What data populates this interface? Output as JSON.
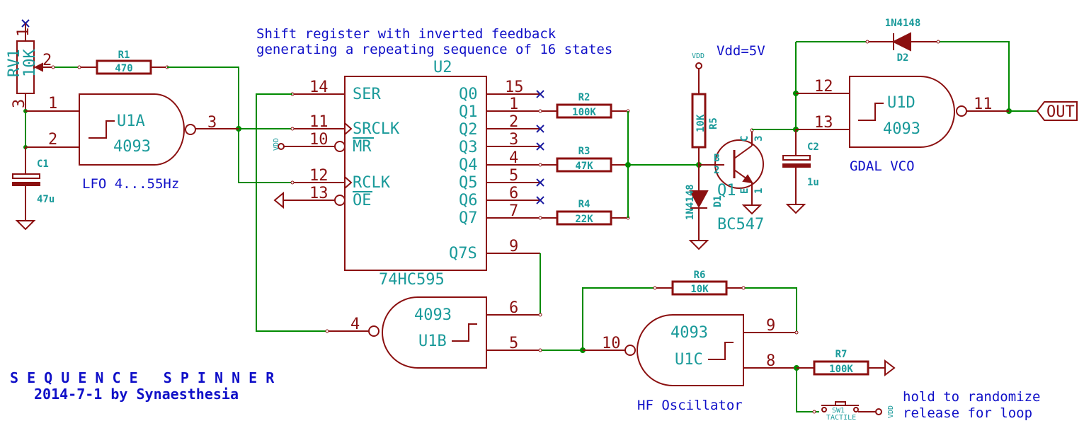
{
  "notes": {
    "shift_line1": "Shift register with inverted feedback",
    "shift_line2": "generating a repeating sequence of 16 states",
    "vdd": "Vdd=5V",
    "lfo": "LFO  4...55Hz",
    "gdal": "GDAL VCO",
    "hf": "HF Oscillator",
    "hold1": "hold to randomize",
    "hold2": "release for loop"
  },
  "title": {
    "name": "S E Q U E N C E   S P I N N E R",
    "byline": "2014-7-1 by Synaesthesia"
  },
  "components": {
    "rv1": {
      "ref": "RV1",
      "value": "10K",
      "pins": [
        "1",
        "2",
        "3"
      ]
    },
    "r1": {
      "ref": "R1",
      "value": "470"
    },
    "c1": {
      "ref": "C1",
      "value": "47u"
    },
    "u1a": {
      "ref": "U1A",
      "part": "4093",
      "pins": [
        "1",
        "2",
        "3"
      ]
    },
    "u2": {
      "ref": "U2",
      "part": "74HC595",
      "inputs": [
        {
          "pin": "14",
          "name": "SER"
        },
        {
          "pin": "11",
          "name": "SRCLK"
        },
        {
          "pin": "10",
          "name": "MR"
        },
        {
          "pin": "12",
          "name": "RCLK"
        },
        {
          "pin": "13",
          "name": "OE"
        }
      ],
      "outputs": [
        {
          "pin": "15",
          "name": "Q0"
        },
        {
          "pin": "1",
          "name": "Q1"
        },
        {
          "pin": "2",
          "name": "Q2"
        },
        {
          "pin": "3",
          "name": "Q3"
        },
        {
          "pin": "4",
          "name": "Q4"
        },
        {
          "pin": "5",
          "name": "Q5"
        },
        {
          "pin": "6",
          "name": "Q6"
        },
        {
          "pin": "7",
          "name": "Q7"
        },
        {
          "pin": "9",
          "name": "Q7S"
        }
      ],
      "vdd_label": "VDD"
    },
    "r2": {
      "ref": "R2",
      "value": "100K"
    },
    "r3": {
      "ref": "R3",
      "value": "47K"
    },
    "r4": {
      "ref": "R4",
      "value": "22K"
    },
    "r5": {
      "ref": "R5",
      "value": "10K",
      "vdd_label": "VDD"
    },
    "d1": {
      "ref": "D1",
      "value": "1N4148"
    },
    "q1": {
      "ref": "Q1",
      "value": "BC547",
      "pins": {
        "b": "B",
        "c": "C",
        "e": "E",
        "b_num": "2",
        "c_num": "3",
        "e_num": "1"
      }
    },
    "c2": {
      "ref": "C2",
      "value": "1u"
    },
    "d2": {
      "ref": "D2",
      "value": "1N4148"
    },
    "u1d": {
      "ref": "U1D",
      "part": "4093",
      "pins": [
        "12",
        "13",
        "11"
      ]
    },
    "out": {
      "label": "OUT"
    },
    "u1b": {
      "ref": "U1B",
      "part": "4093",
      "pins": [
        "6",
        "5",
        "4"
      ]
    },
    "r6": {
      "ref": "R6",
      "value": "10K"
    },
    "u1c": {
      "ref": "U1C",
      "part": "4093",
      "pins": [
        "9",
        "8",
        "10"
      ]
    },
    "r7": {
      "ref": "R7",
      "value": "100K"
    },
    "sw1": {
      "ref": "SW1",
      "value": "TACTILE",
      "vdd_label": "VDD"
    }
  }
}
